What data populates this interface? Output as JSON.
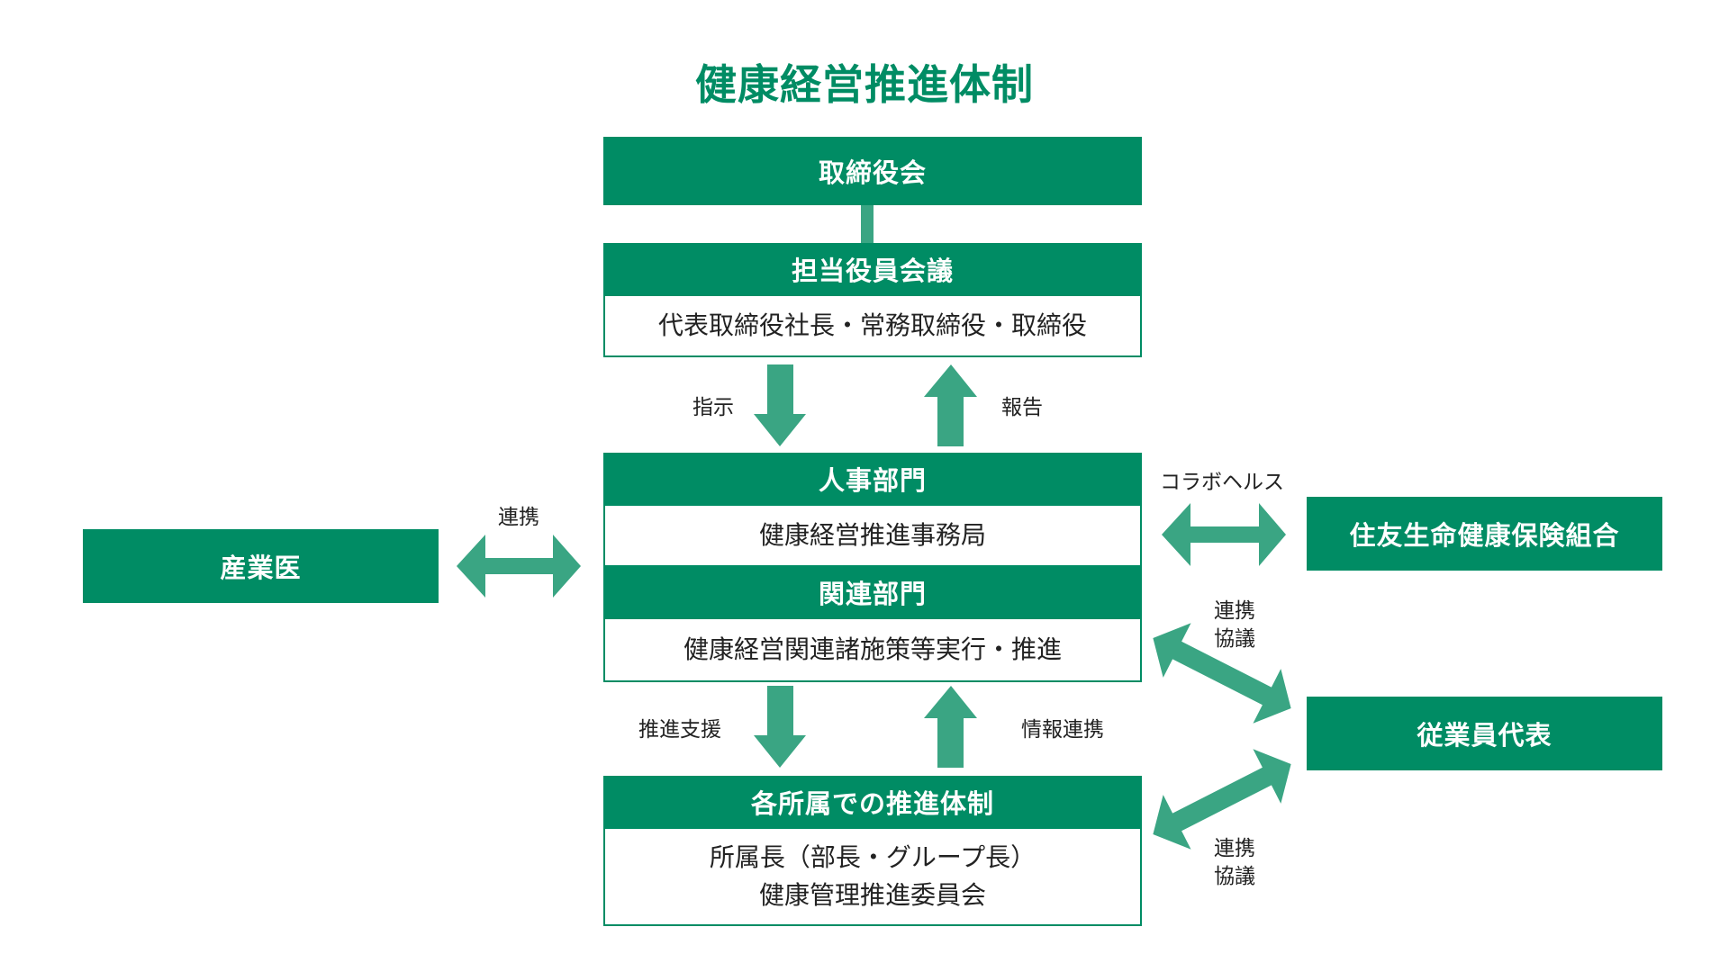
{
  "title": "健康経営推進体制",
  "board": "取締役会",
  "officer_meeting": {
    "head": "担当役員会議",
    "members": "代表取締役社長・常務取締役・取締役"
  },
  "hr": {
    "head": "人事部門",
    "office": "健康経営推進事務局"
  },
  "related": {
    "head": "関連部門",
    "task": "健康経営関連諸施策等実行・推進"
  },
  "affiliates": {
    "head": "各所属での推進体制",
    "line1": "所属長（部長・グループ長）",
    "line2": "健康管理推進委員会"
  },
  "occupational_physician": "産業医",
  "health_insurance": "住友生命健康保険組合",
  "employee_rep": "従業員代表",
  "labels": {
    "instruction": "指示",
    "report": "報告",
    "cooperation_left": "連携",
    "collabo_health": "コラボヘルス",
    "coop_consult_1a": "連携",
    "coop_consult_1b": "協議",
    "promotion_support": "推進支援",
    "info_cooperation": "情報連携",
    "coop_consult_2a": "連携",
    "coop_consult_2b": "協議"
  },
  "colors": {
    "primary": "#008c64",
    "arrow": "#3aa583"
  }
}
